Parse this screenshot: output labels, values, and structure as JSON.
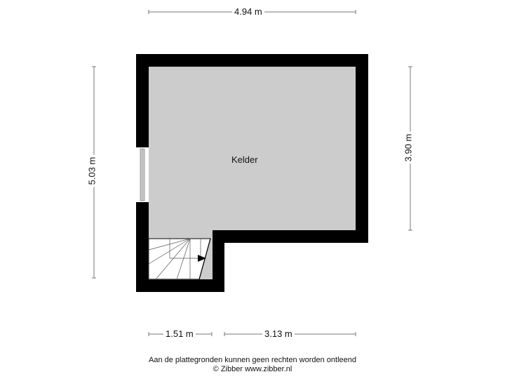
{
  "room": {
    "name": "Kelder"
  },
  "dimensions": {
    "top_width": "4.94 m",
    "left_height": "5.03 m",
    "right_height": "3.90 m",
    "bottom_left": "1.51 m",
    "bottom_right": "3.13 m"
  },
  "footer": {
    "disclaimer": "Aan de plattegronden kunnen geen rechten worden ontleend",
    "copyright": "© Zibber www.zibber.nl"
  },
  "colors": {
    "wall": "#000000",
    "floor": "#cccccc",
    "dimension_line": "#777777"
  }
}
